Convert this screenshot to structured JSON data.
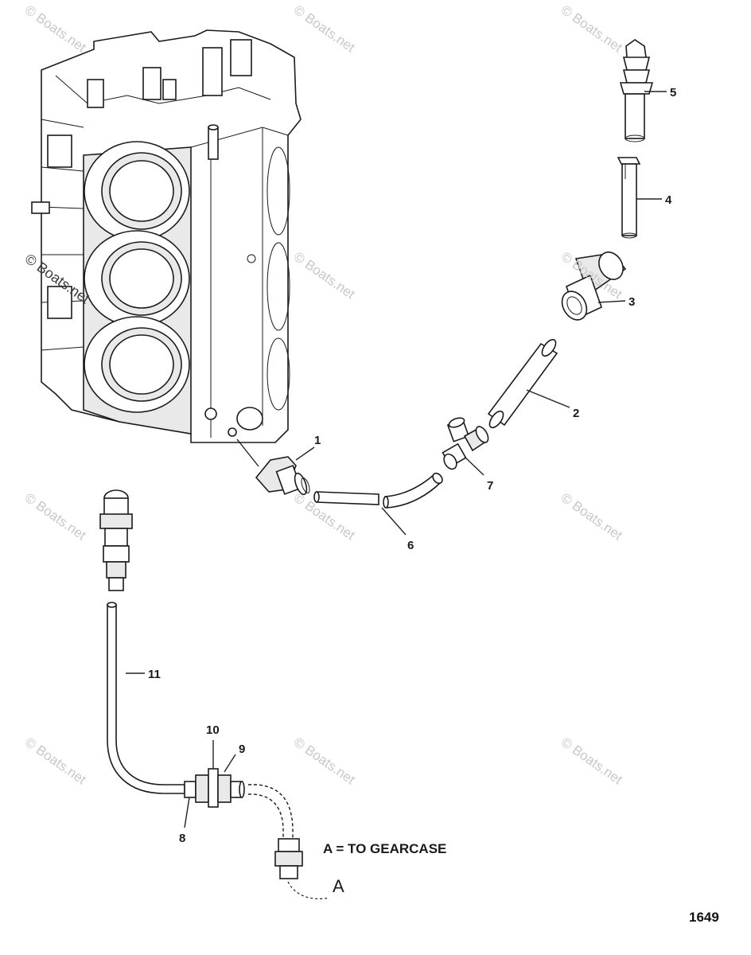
{
  "diagram": {
    "callouts": [
      {
        "id": "c1",
        "label": "1"
      },
      {
        "id": "c2",
        "label": "2"
      },
      {
        "id": "c3",
        "label": "3"
      },
      {
        "id": "c4",
        "label": "4"
      },
      {
        "id": "c5",
        "label": "5"
      },
      {
        "id": "c6",
        "label": "6"
      },
      {
        "id": "c7",
        "label": "7"
      },
      {
        "id": "c8",
        "label": "8"
      },
      {
        "id": "c9",
        "label": "9"
      },
      {
        "id": "c10",
        "label": "10"
      },
      {
        "id": "c11",
        "label": "11"
      }
    ],
    "note": "A = TO GEARCASE",
    "point_label": "A",
    "figure_number": "1649"
  },
  "watermark": {
    "text": "© Boats.net",
    "copyright_text": "© Boats.net"
  },
  "colors": {
    "line": "#1b1b1b",
    "watermark": "#c8c8c8",
    "background": "#ffffff"
  }
}
